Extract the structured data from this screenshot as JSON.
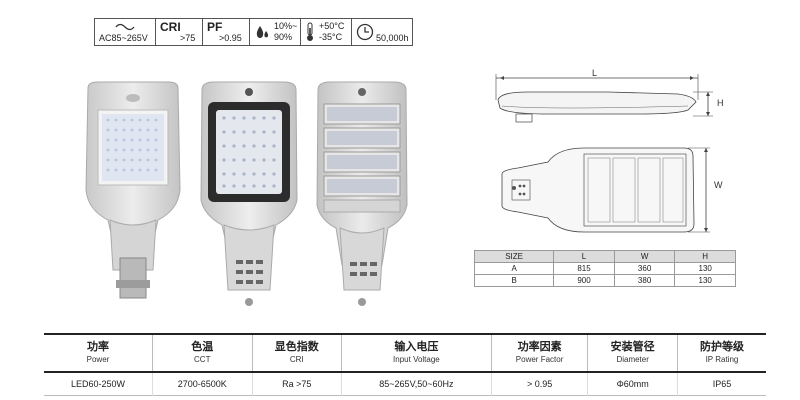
{
  "badges": {
    "voltage": "AC85~265V",
    "cri_label": "CRI",
    "cri_value": ">75",
    "pf_label": "PF",
    "pf_value": ">0.95",
    "humidity_top": "10%~",
    "humidity_bottom": "90%",
    "temp_top": "+50°C",
    "temp_bottom": "-35°C",
    "lifetime": "50,000h"
  },
  "drawing": {
    "length_label": "L",
    "height_label": "H",
    "width_label": "W"
  },
  "size_table": {
    "headers": [
      "SIZE",
      "L",
      "W",
      "H"
    ],
    "rows": [
      [
        "A",
        "815",
        "360",
        "130"
      ],
      [
        "B",
        "900",
        "380",
        "130"
      ]
    ]
  },
  "spec_table": {
    "headers": [
      {
        "cn": "功率",
        "en": "Power"
      },
      {
        "cn": "色温",
        "en": "CCT"
      },
      {
        "cn": "显色指数",
        "en": "CRI"
      },
      {
        "cn": "输入电压",
        "en": "Input Voltage"
      },
      {
        "cn": "功率因素",
        "en": "Power Factor"
      },
      {
        "cn": "安装管径",
        "en": "Diameter"
      },
      {
        "cn": "防护等级",
        "en": "IP Rating"
      }
    ],
    "values": [
      "LED60-250W",
      "2700-6500K",
      "Ra >75",
      "85~265V,50~60Hz",
      "> 0.95",
      "Φ60mm",
      "IP65"
    ]
  }
}
